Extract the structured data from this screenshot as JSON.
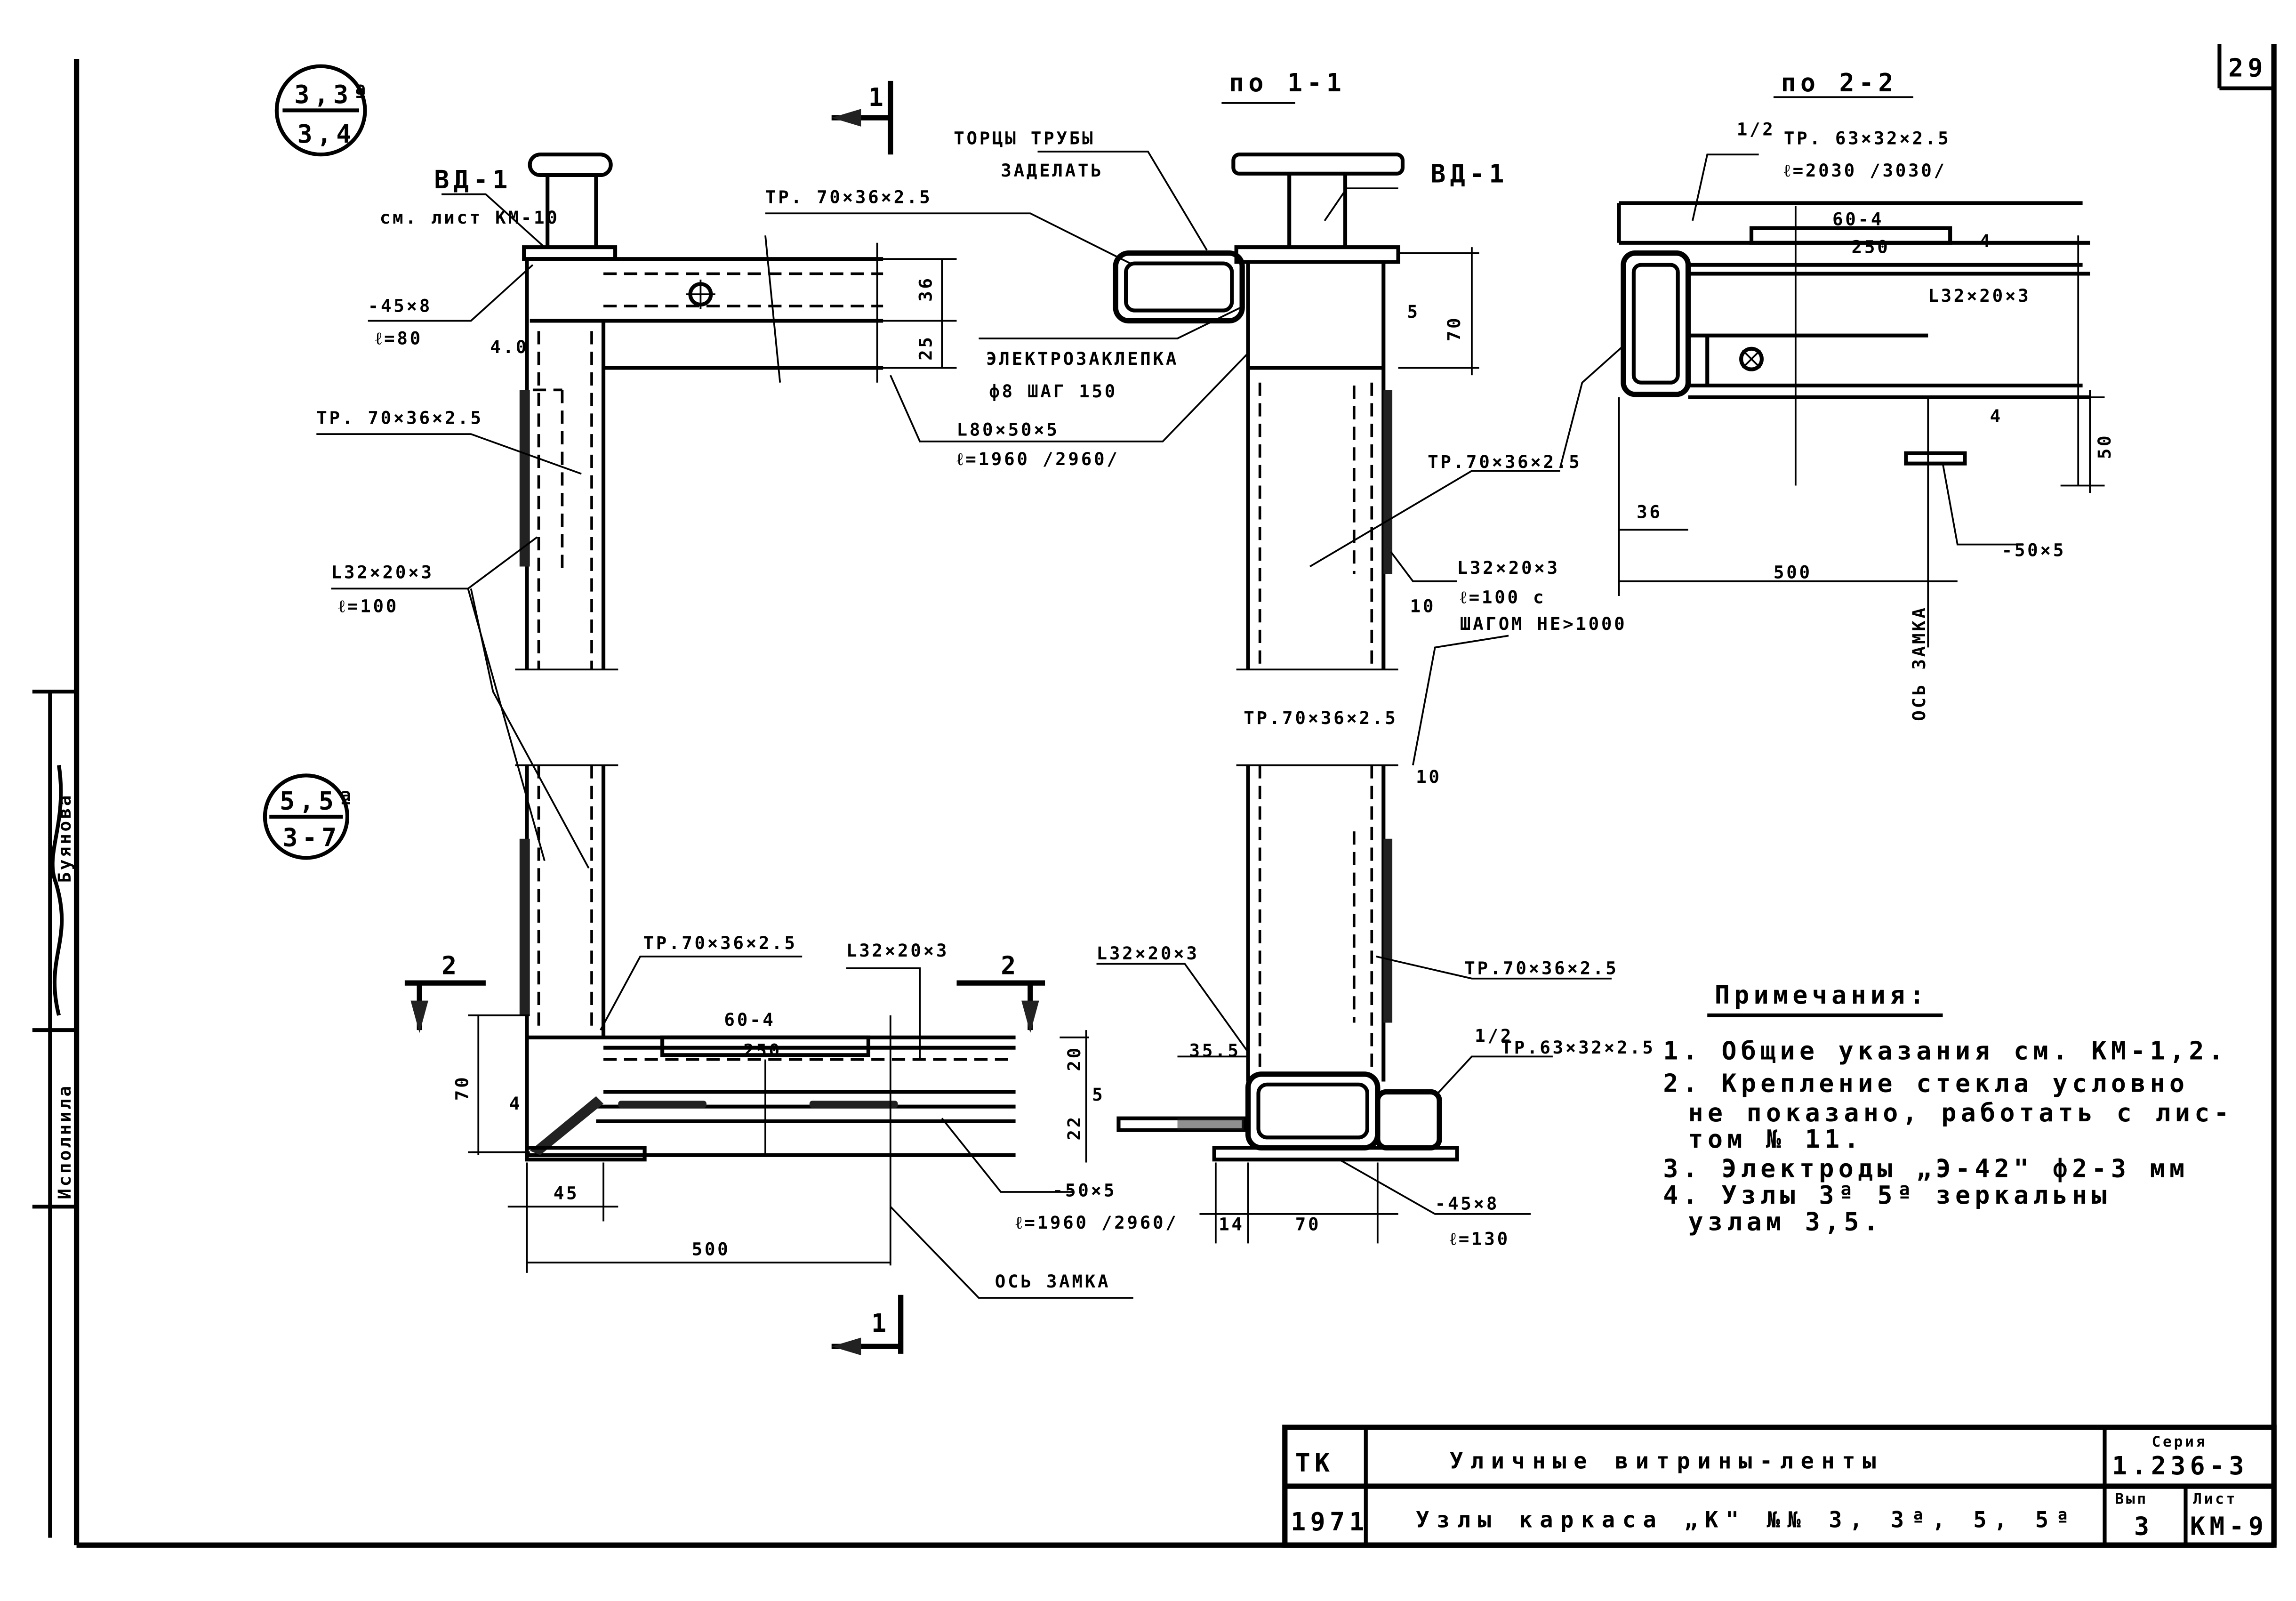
{
  "page_number": "29",
  "callouts": {
    "node_top": {
      "top": "3,3ª",
      "bottom": "3,4"
    },
    "node_bottom": {
      "top": "5,5ª",
      "bottom": "3-7"
    }
  },
  "section_marks": {
    "s1": "1",
    "s2": "2"
  },
  "top_left": {
    "vd": "ВД-1",
    "vd_ref": "см. лист КМ-10",
    "beam_tube": "ТР. 70×36×2.5",
    "plate": "-45×8",
    "plate_len": "ℓ=80",
    "dim_40": "4.0",
    "col_tube": "ТР. 70×36×2.5",
    "angle": "L32×20×3",
    "angle_len": "ℓ=100",
    "dim_36": "36",
    "dim_25": "25"
  },
  "center": {
    "section": "по 1-1",
    "pipe_ends_1": "ТОРЦЫ ТРУБЫ",
    "pipe_ends_2": "ЗАДЕЛАТЬ",
    "vd": "ВД-1",
    "rivet_1": "ЭЛЕКТРОЗАКЛЕПКА",
    "rivet_2": "ф8 ШАГ 150",
    "angle80": "L80×50×5",
    "angle80_len": "ℓ=1960 /2960/",
    "dim_70": "70",
    "dim_5": "5",
    "col_tube": "ТР.70×36×2.5",
    "angle": "L32×20×3",
    "angle_len": "ℓ=100 с",
    "angle_step": "ШАГОМ НЕ>1000",
    "dim_10a": "10",
    "dim_10b": "10"
  },
  "section_2_2": {
    "title": "по 2-2",
    "half_tube_frac": "1/2",
    "half_tube": "ТР. 63×32×2.5",
    "half_tube_len": "ℓ=2030 /3030/",
    "strip": "60-4",
    "dim_250": "250",
    "dim_4a": "4",
    "angle": "L32×20×3",
    "dim_4b": "4",
    "dim_50": "50",
    "col_tube": "ТР.70×36×2.5",
    "dim_36": "36",
    "dim_500": "500",
    "strip2": "-50×5",
    "axis": "ОСЬ ЗАМКА"
  },
  "bottom_left": {
    "tube": "ТР.70×36×2.5",
    "angle": "L32×20×3",
    "strip": "60-4",
    "dim_250": "250",
    "dim_70": "70",
    "dim_4": "4",
    "dim_20": "20",
    "dim_22": "22",
    "dim_5": "5",
    "dim_45": "45",
    "dim_500": "500",
    "strip2": "-50×5",
    "strip2_len": "ℓ=1960   /2960/",
    "axis": "ОСЬ ЗАМКА"
  },
  "bottom_center": {
    "angle": "L32×20×3",
    "dim_355": "35.5",
    "tube": "ТР.70×36×2.5",
    "half_tube_frac": "1/2",
    "half_tube": "ТР.63×32×2.5",
    "plate": "-45×8",
    "plate_len": "ℓ=130",
    "dim_14": "14",
    "dim_70": "70"
  },
  "notes": {
    "title": "Примечания:",
    "lines": [
      "1. Общие указания см. КМ-1,2.",
      "2. Крепление стекла условно",
      "не показано, работать с лис-",
      "том № 11.",
      "3. Электроды „Э-42\" ф2-3 мм",
      "4. Узлы 3ª 5ª зеркальны",
      "узлам 3,5."
    ]
  },
  "title_block": {
    "org": "ТК",
    "year": "1971",
    "title": "Уличные витрины-ленты",
    "subtitle": "Узлы каркаса „К\" №№ 3, 3ª, 5, 5ª",
    "series_label": "Серия",
    "series": "1.236-3",
    "issue_label": "Вып",
    "issue": "3",
    "sheet_label": "Лист",
    "sheet": "КМ-9"
  },
  "stamp_strip": [
    "Исполнила",
    "Буянова"
  ]
}
